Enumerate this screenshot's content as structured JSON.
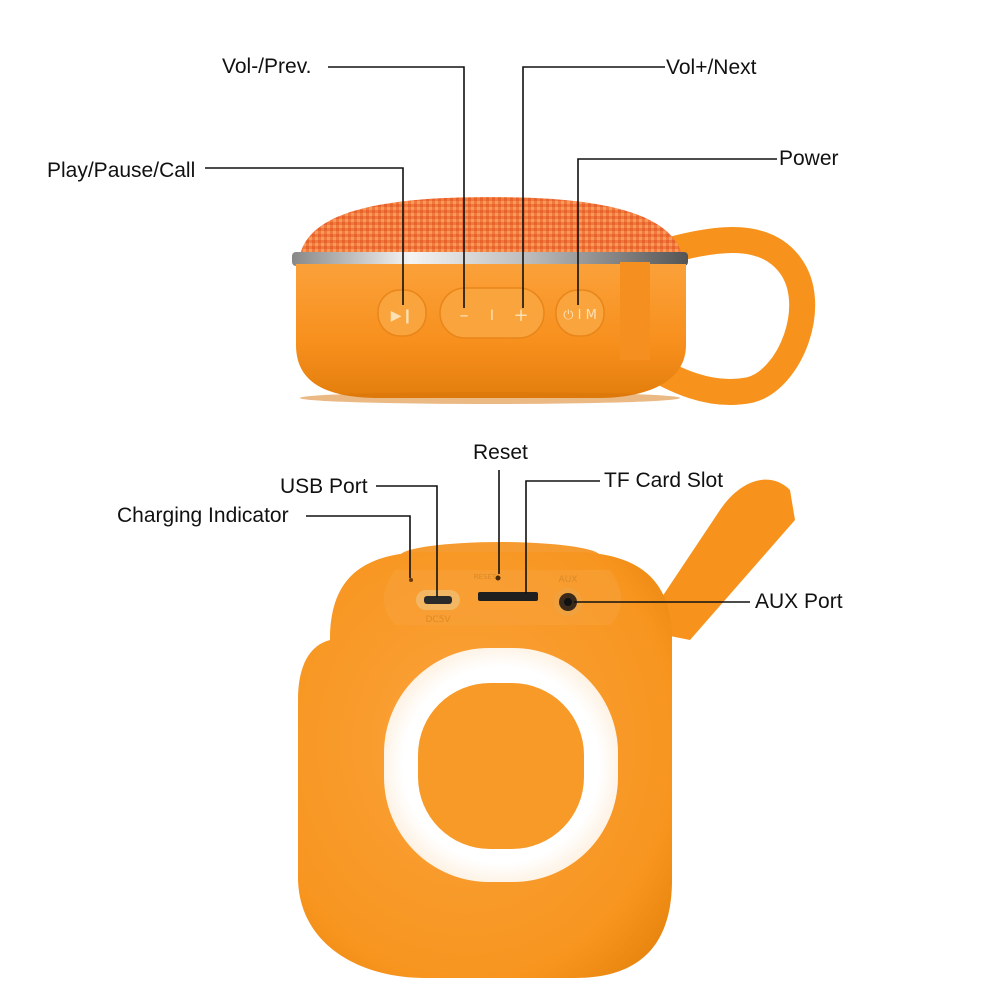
{
  "callouts": {
    "play_pause_call": "Play/Pause/Call",
    "vol_minus_prev": "Vol-/Prev.",
    "vol_plus_next": "Vol+/Next",
    "power": "Power",
    "charging_indicator": "Charging Indicator",
    "usb_port": "USB Port",
    "reset": "Reset",
    "tf_card_slot": "TF Card Slot",
    "aux_port": "AUX Port"
  },
  "device_markings": {
    "reset_text": "RESET",
    "aux_text": "AUX",
    "dc_text": "DC5V"
  },
  "colors": {
    "body_orange": "#f7961f",
    "body_shadow": "#e27d0c",
    "fabric": "#f0743a",
    "button_fill": "#f9a43c",
    "ring_white": "#ffffff",
    "leader_line": "#111111"
  },
  "icons": {
    "play_button": "play-pause-icon",
    "minus_button": "minus-icon",
    "plus_button": "plus-icon",
    "power_button": "power-icon"
  }
}
